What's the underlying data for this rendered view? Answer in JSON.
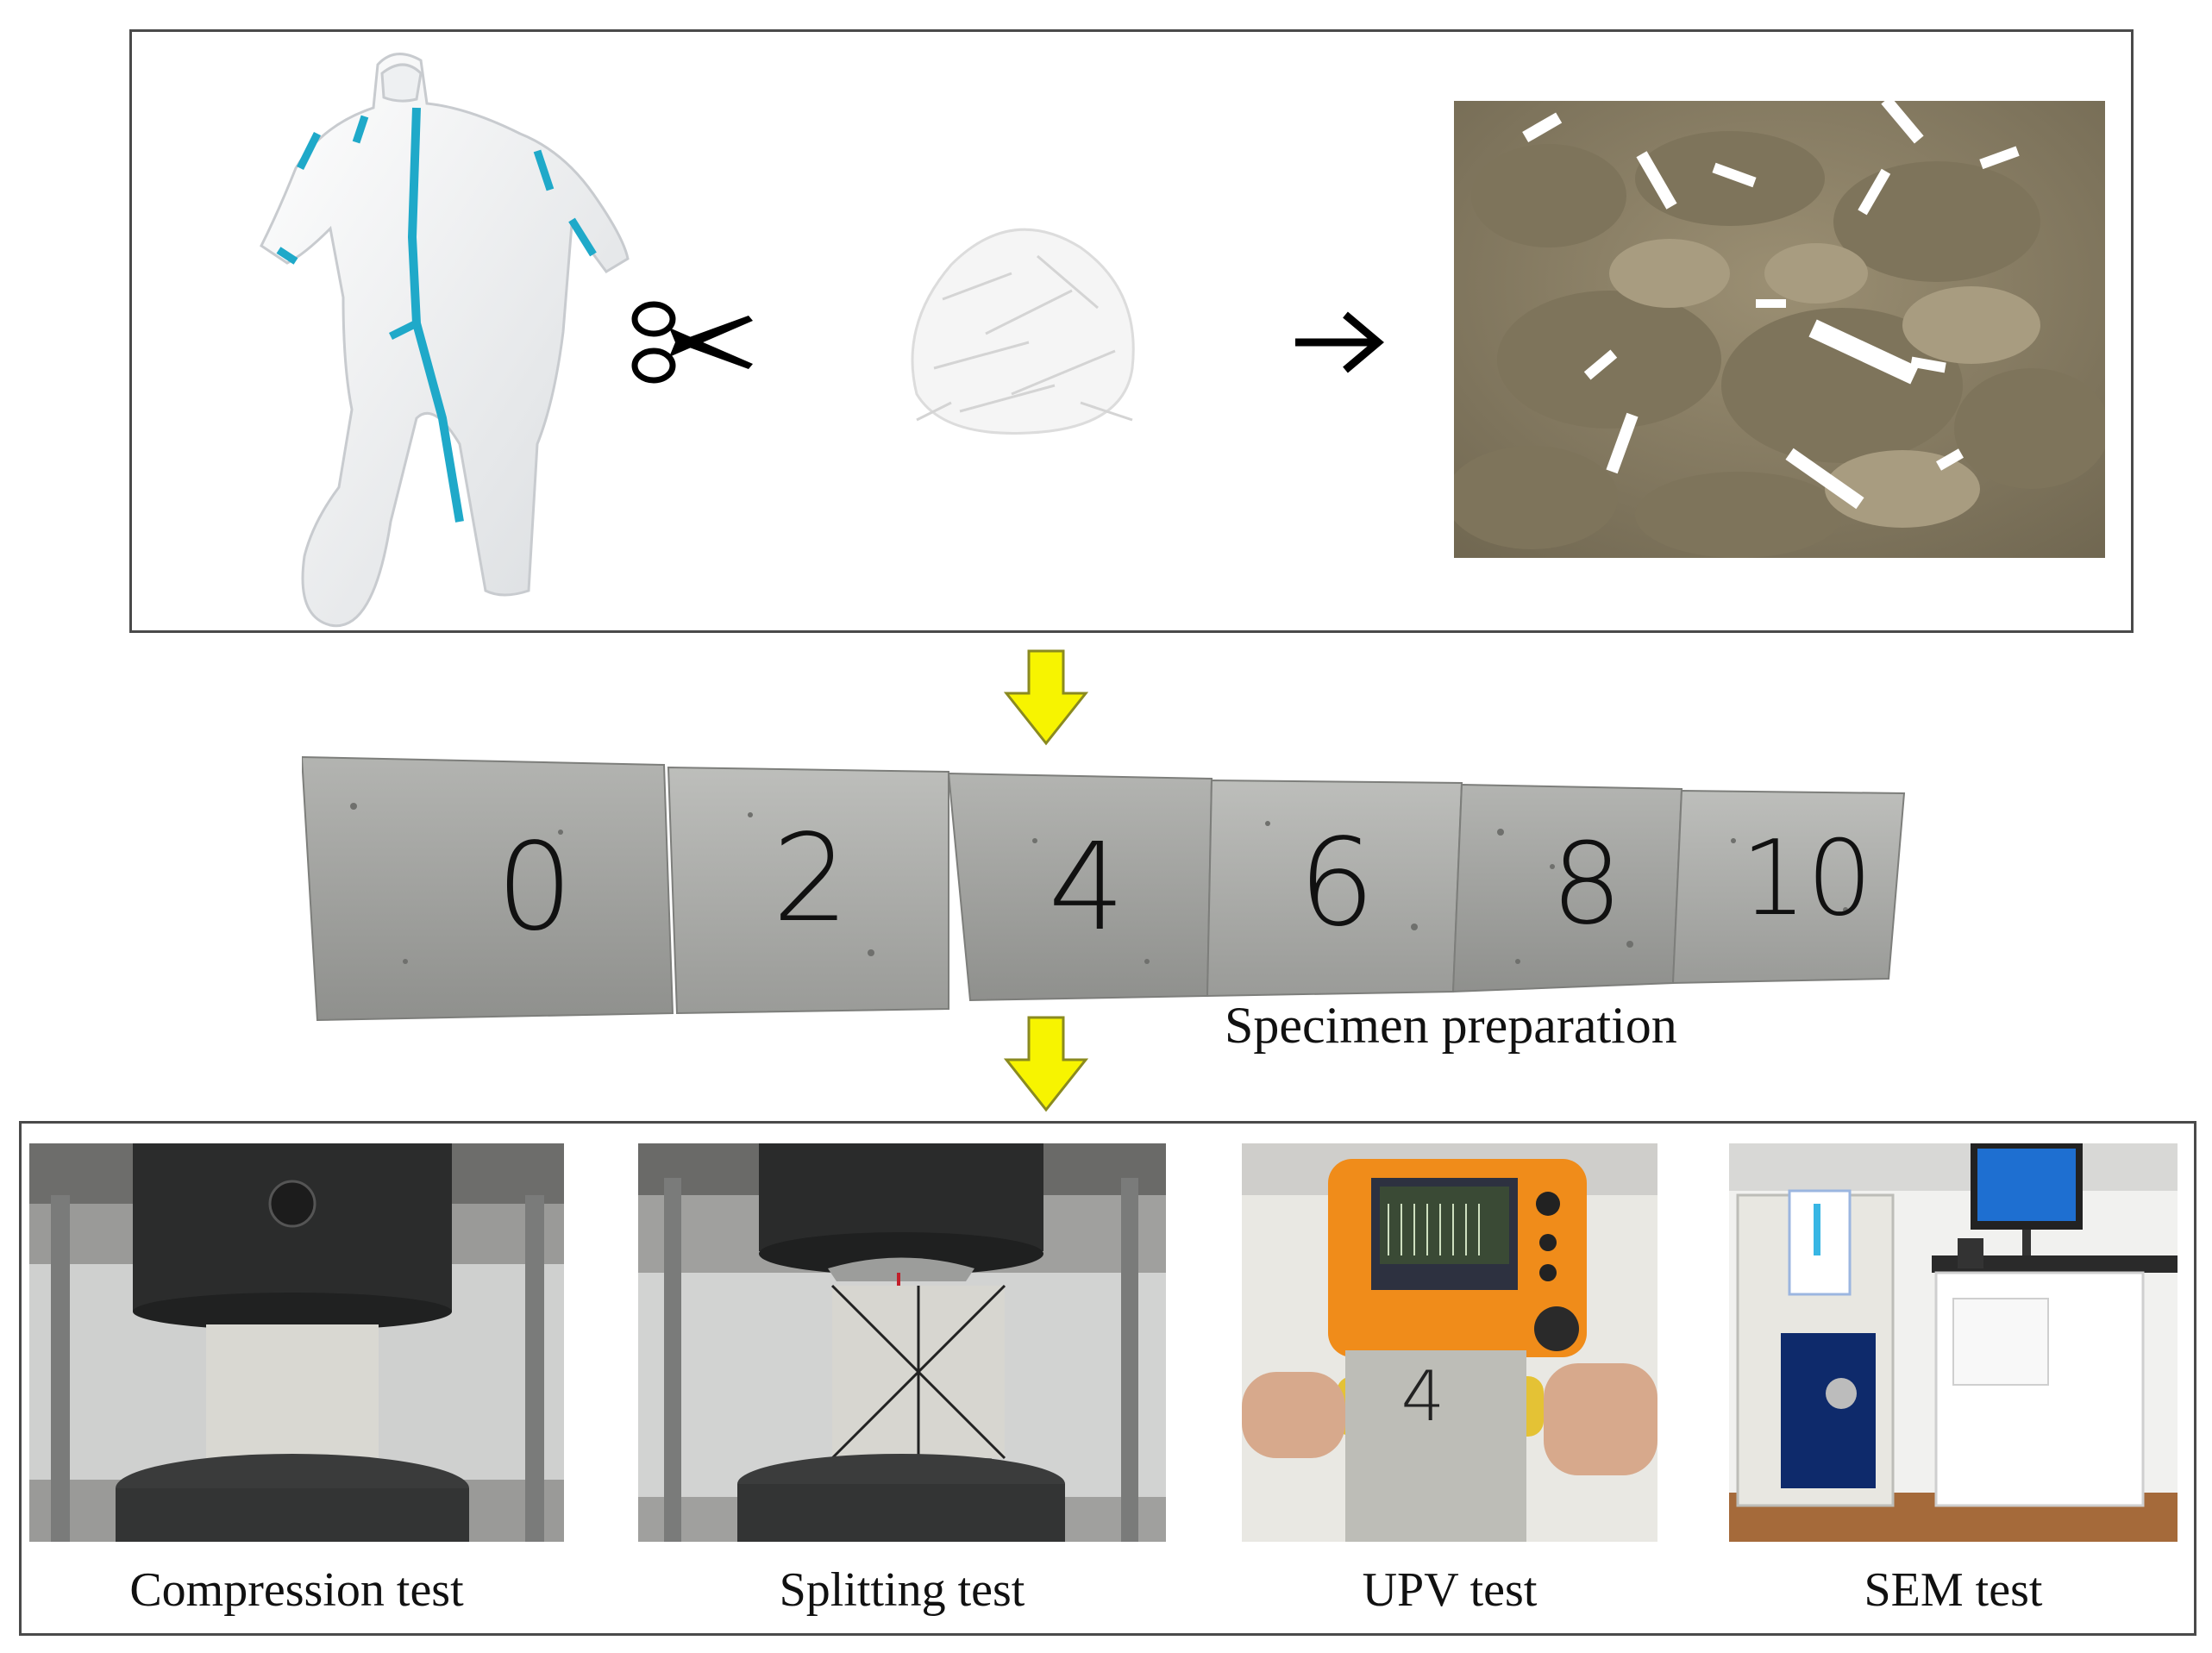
{
  "colors": {
    "arrow_fill": "#f7f400",
    "arrow_stroke": "#8a8a20",
    "frame": "#4a4a4a",
    "suit_tape": "#1fa9c9",
    "soil": "#8a7e64",
    "concrete": "#a9aaa7"
  },
  "icons": {
    "scissors": "scissors-icon",
    "arrow": "arrow-right-icon",
    "down_arrow": "down-arrow-icon"
  },
  "specimens": {
    "labels": [
      "0",
      "2",
      "4",
      "6",
      "8",
      "10"
    ],
    "caption": "Specimen preparation"
  },
  "tests": [
    {
      "caption": "Compression test"
    },
    {
      "caption": "Splitting test"
    },
    {
      "caption": "UPV test",
      "specimen_label": "4"
    },
    {
      "caption": "SEM test"
    }
  ]
}
